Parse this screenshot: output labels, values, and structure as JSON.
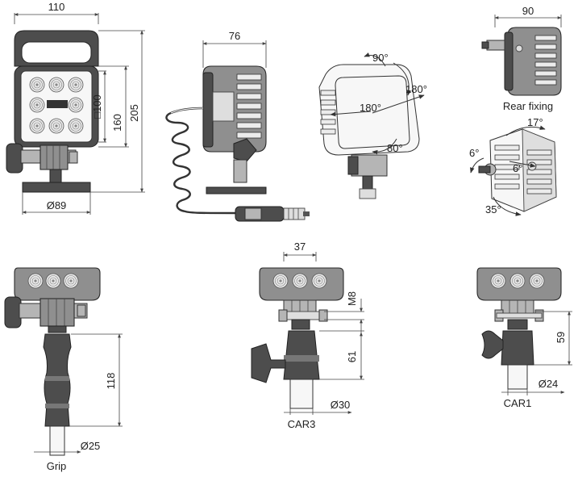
{
  "front_view": {
    "width_label": "110",
    "lens_label": "□100",
    "height_160_label": "160",
    "height_205_label": "205",
    "base_diameter_label": "Ø89"
  },
  "side_view": {
    "depth_label": "76"
  },
  "rotation_view": {
    "tilt_up_label": "90°",
    "rotate_right_label": "180°",
    "rotate_left_label": "180°",
    "tilt_down_label": "80°"
  },
  "rear_fixing_view": {
    "width_label": "90",
    "caption": "Rear fixing",
    "angle_top_label": "17°",
    "angle_left_label": "6°",
    "angle_right_label": "6°",
    "angle_bottom_label": "35°"
  },
  "grip_variant": {
    "handle_length_label": "118",
    "diameter_label": "Ø25",
    "caption": "Grip"
  },
  "car3_variant": {
    "width_label": "37",
    "thread_label": "M8",
    "height_label": "61",
    "diameter_label": "Ø30",
    "caption": "CAR3"
  },
  "car1_variant": {
    "height_label": "59",
    "diameter_label": "Ø24",
    "caption": "CAR1"
  }
}
